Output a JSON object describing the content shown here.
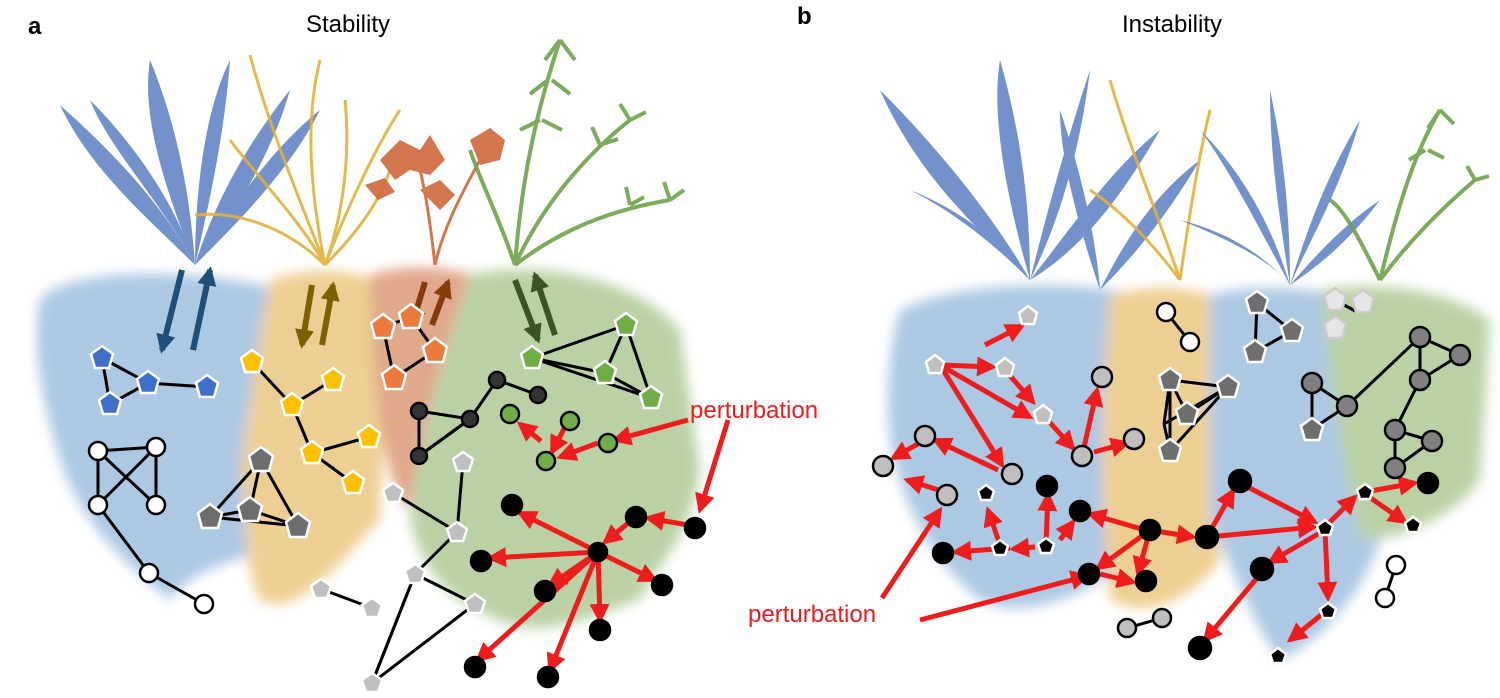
{
  "panel_a": {
    "letter": "a",
    "title": "Stability",
    "annotation": "perturbation"
  },
  "panel_b": {
    "letter": "b",
    "title": "Instability",
    "annotation": "perturbation"
  },
  "colors": {
    "blue_plant": "#5b7fc4",
    "yellow_plant": "#e3b13a",
    "orange_plant": "#d0683a",
    "green_plant": "#6da24a",
    "blue_root": "#6a9ccc",
    "yellow_root": "#e0a93a",
    "orange_root": "#c9622e",
    "green_root": "#83ad5e",
    "perturbation_red": "#ee1c1c",
    "node_blue": "#3f6fc9",
    "node_yellow": "#ffc000",
    "node_orange": "#ec7a3c",
    "node_green": "#70ad47",
    "node_dark_gray": "#6e6e6e",
    "node_light_gray": "#bfbfbf",
    "node_black": "#000000",
    "arrow_blue": "#1f4e79",
    "arrow_yellow": "#7f6000",
    "arrow_orange": "#843c0c",
    "arrow_green": "#375623"
  },
  "icons": [
    "pentagon-node",
    "circle-node",
    "perturbation-arrow",
    "plant-root-exchange-arrow"
  ]
}
